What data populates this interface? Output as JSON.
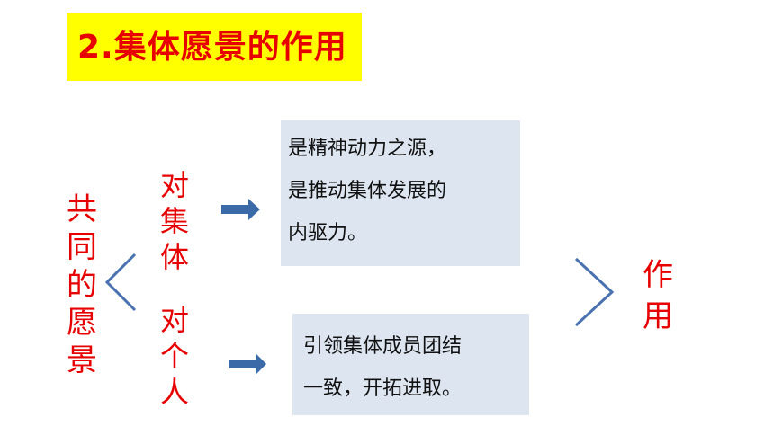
{
  "title": "2.集体愿景的作用",
  "left_label": "共同的愿景",
  "branch_top_label": "对集体",
  "branch_bottom_label": "对个人",
  "box_top_lines": [
    "是精神动力之源，",
    "是推动集体发展的",
    "内驱力。"
  ],
  "box_bottom_lines": [
    "引领集体成员团结",
    "一致，开拓进取。"
  ],
  "right_label": "作用",
  "colors": {
    "title_bg": "#ffff00",
    "red_text": "#e60000",
    "box_bg": "#dde5f0",
    "arrow": "#3b6aa8",
    "bracket": "#4a72b0"
  }
}
